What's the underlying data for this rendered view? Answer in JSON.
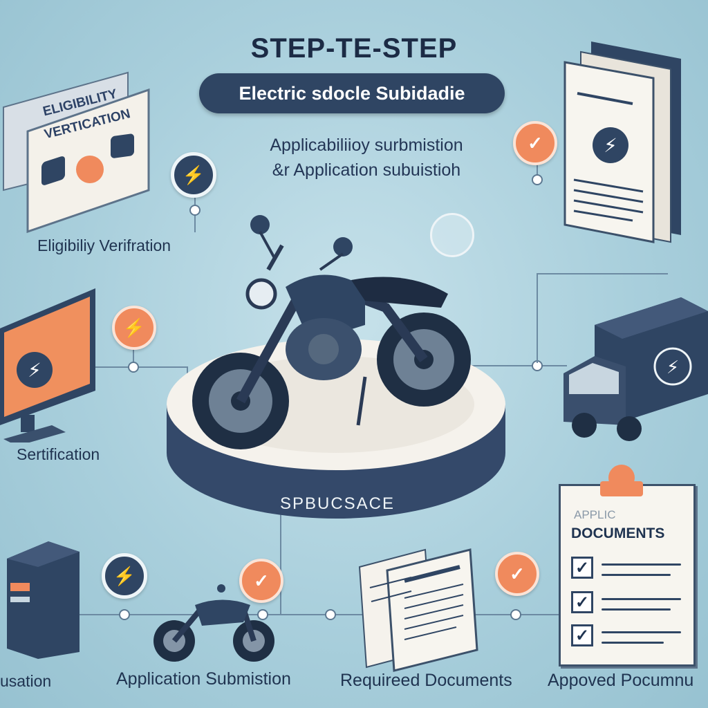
{
  "header": {
    "title": "STEP-TE-STEP",
    "pill": "Electric sdocle Subidadie",
    "subtitle_line1": "Applicabiliioy surbmistion",
    "subtitle_line2": "&r Application subuistioh"
  },
  "eligibility_card": {
    "line1": "ELIGIBILITY",
    "line2": "VERTICATION",
    "caption": "Eligibiliy Verifration"
  },
  "monitor": {
    "caption": "Sertification"
  },
  "platform": {
    "label": "SPBUCSACE"
  },
  "application_doc": {
    "header": "APPLIC",
    "title": "DOCUMENTS"
  },
  "bottom_labels": {
    "left": "usation",
    "application": "Application Submistion",
    "required": "Requireed Documents",
    "approved": "Appoved Pocumnu"
  },
  "icons": {
    "bolt": "⚡",
    "check": "✓"
  },
  "colors": {
    "accent_orange": "#f08a5d",
    "navy": "#2f4563",
    "background": "#a9cfdc"
  }
}
